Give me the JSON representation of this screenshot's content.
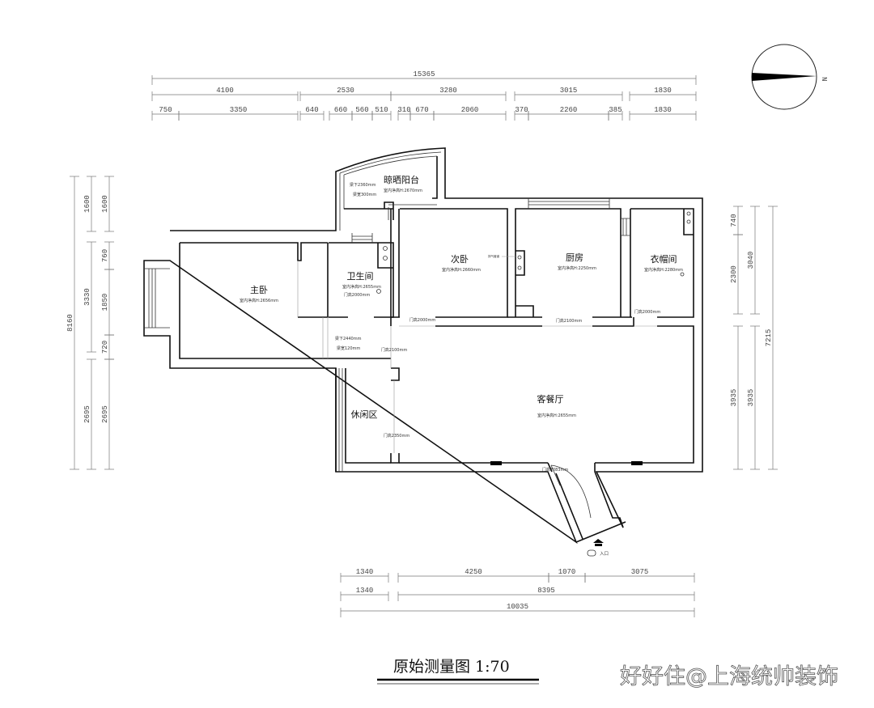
{
  "rooms": {
    "master_bedroom": {
      "name": "主卧",
      "height": "室内净高H:2656mm"
    },
    "bathroom": {
      "name": "卫生间",
      "height": "室内净高H:2655mm",
      "door": "门高2000mm"
    },
    "balcony": {
      "name": "晾晒阳台",
      "height": "室内净高H:2670mm",
      "beam_under": "梁下2360mm",
      "beam_width": "梁宽300mm"
    },
    "second_bedroom": {
      "name": "次卧",
      "height": "室内净高H:2660mm",
      "door": "门高2000mm",
      "duct": "排气管道"
    },
    "kitchen": {
      "name": "厨房",
      "height": "室内净高H:2250mm",
      "door": "门高2100mm"
    },
    "closet": {
      "name": "衣帽间",
      "height": "室内净高H:2280mm",
      "door": "门高2000mm"
    },
    "corridor": {
      "beam_under": "梁下2440mm",
      "beam_width": "梁宽120mm",
      "door": "门高2100mm"
    },
    "leisure": {
      "name": "休闲区",
      "door": "门高2350mm"
    },
    "living_dining": {
      "name": "客餐厅",
      "height": "室内净高H:2655mm"
    },
    "entrance": {
      "door": "门高2083mm",
      "label": "入口"
    }
  },
  "dimensions": {
    "top": [
      [
        "15365"
      ],
      [
        "4100",
        "2530",
        "3280",
        "3015",
        "1830"
      ],
      [
        "750",
        "3350",
        "640",
        "660",
        "560",
        "510",
        "310",
        "670",
        "2060",
        "370",
        "2260",
        "385",
        "1830"
      ]
    ],
    "left": [
      [
        "8160"
      ],
      [
        "1600",
        "3330",
        "2695"
      ],
      [
        "1600",
        "760",
        "1850",
        "720",
        "2695"
      ]
    ],
    "right": [
      [
        "740",
        "2300",
        "3935"
      ],
      [
        "3040",
        "3935"
      ],
      [
        "7215"
      ]
    ],
    "bottom": [
      [
        "1340",
        "4250",
        "1070",
        "3075"
      ],
      [
        "1340",
        "8395"
      ],
      [
        "10035"
      ]
    ]
  },
  "compass": {
    "label": "N"
  },
  "title": "原始测量图  1:70",
  "watermark": "好好住@上海统帅装饰"
}
